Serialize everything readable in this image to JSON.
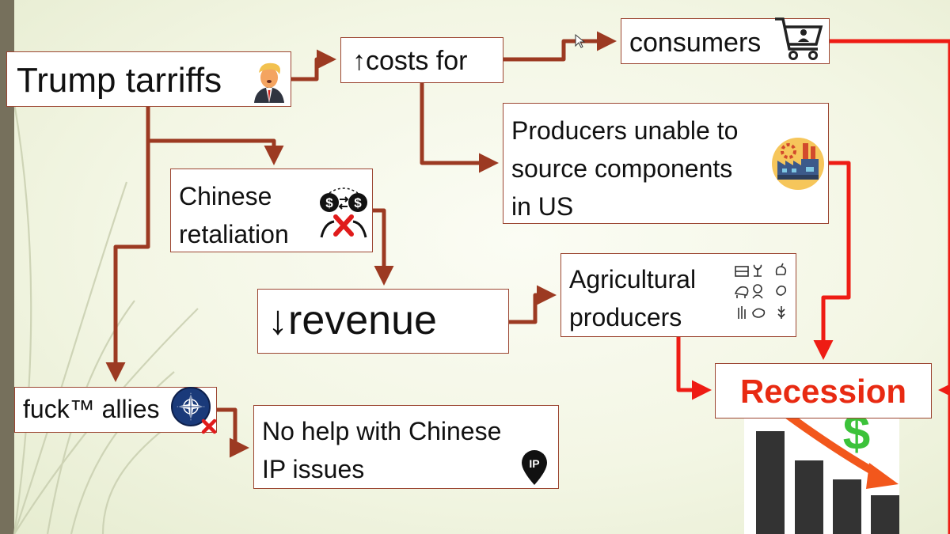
{
  "diagram": {
    "nodes": {
      "trump_tariffs": "Trump tarriffs",
      "costs_for": "↑costs for",
      "consumers": "consumers",
      "producers_unable": "Producers unable to\nsource components\n in US",
      "chinese_retaliation": "Chinese\nretaliation",
      "revenue": "↓revenue",
      "agricultural_producers": "Agricultural\nproducers",
      "recession": "Recession",
      "allies": "fuck™ allies",
      "no_ip_help": "No help with Chinese\nIP issues"
    },
    "icons": {
      "trump": "trump-avatar-icon",
      "consumers": "shopping-cart-icon",
      "producers": "factory-icon",
      "chinese_retaliation": "trade-cancel-icon",
      "agricultural": "farm-grid-icon",
      "allies": "nato-emblem-icon",
      "no_ip": "ip-location-icon",
      "recession": "falling-bar-chart-icon"
    },
    "edges": [
      [
        "trump_tariffs",
        "costs_for"
      ],
      [
        "costs_for",
        "consumers"
      ],
      [
        "costs_for",
        "producers_unable"
      ],
      [
        "trump_tariffs",
        "chinese_retaliation"
      ],
      [
        "trump_tariffs",
        "allies"
      ],
      [
        "chinese_retaliation",
        "revenue"
      ],
      [
        "revenue",
        "agricultural_producers"
      ],
      [
        "allies",
        "no_ip_help"
      ],
      [
        "consumers",
        "recession"
      ],
      [
        "producers_unable",
        "recession"
      ],
      [
        "agricultural_producers",
        "recession"
      ]
    ],
    "colors": {
      "arrow_brown": "#9c3a22",
      "arrow_red": "#ee1c14",
      "recession_text": "#e82a12",
      "dollar_green": "#3cc23a",
      "trend_orange": "#f2571c",
      "sidebar": "#76705c"
    }
  }
}
